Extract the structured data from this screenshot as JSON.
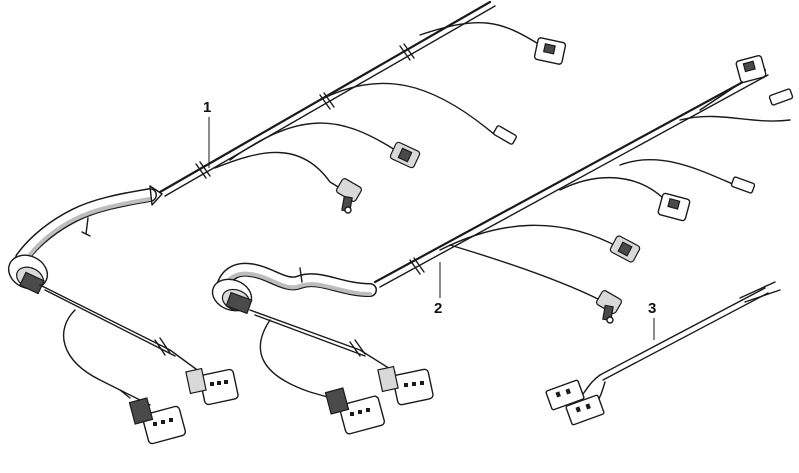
{
  "callouts": [
    {
      "id": "1",
      "label": "1"
    },
    {
      "id": "2",
      "label": "2"
    },
    {
      "id": "3",
      "label": "3"
    }
  ],
  "colors": {
    "line": "#1a1a1a",
    "shade": "#bdbdbd",
    "background": "#ffffff"
  }
}
